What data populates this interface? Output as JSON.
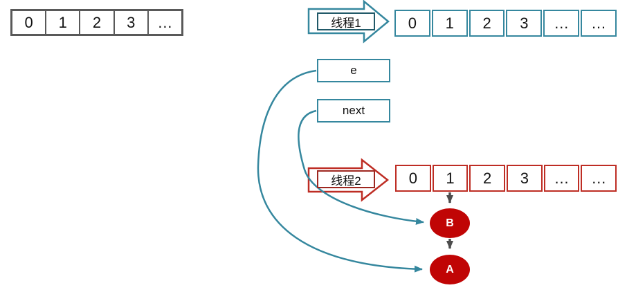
{
  "colors": {
    "teal": "#35879E",
    "teal_dark": "#215968",
    "red": "#BE2D24",
    "red_dark": "#9E2720",
    "node_red": "#C00505",
    "gray": "#595959",
    "arrow_gray": "#4D4D4D",
    "text": "#111111"
  },
  "left_array": {
    "cells": [
      "0",
      "1",
      "2",
      "3",
      "…"
    ]
  },
  "thread1": {
    "label": "线程1"
  },
  "top_array": {
    "cells": [
      "0",
      "1",
      "2",
      "3",
      "…",
      "…"
    ]
  },
  "pointer_e": {
    "label": "e"
  },
  "pointer_next": {
    "label": "next"
  },
  "thread2": {
    "label": "线程2"
  },
  "bottom_array": {
    "cells": [
      "0",
      "1",
      "2",
      "3",
      "…",
      "…"
    ]
  },
  "node_b": {
    "label": "B"
  },
  "node_a": {
    "label": "A"
  }
}
